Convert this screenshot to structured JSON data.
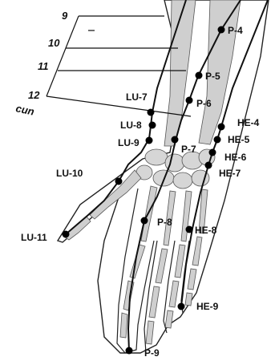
{
  "scale": {
    "ticks": [
      "9",
      "10",
      "11",
      "12"
    ],
    "unit": "cun"
  },
  "points": {
    "lu": [
      "LU-7",
      "LU-8",
      "LU-9",
      "LU-10",
      "LU-11"
    ],
    "pc": [
      "P-4",
      "P-5",
      "P-6",
      "P-7",
      "P-8",
      "P-9"
    ],
    "he": [
      "HE-4",
      "HE-5",
      "HE-6",
      "HE-7",
      "HE-8",
      "HE-9"
    ]
  },
  "colors": {
    "line": "#111111",
    "bone": "#cfcfcf",
    "outline": "#222222",
    "point": "#000000"
  }
}
